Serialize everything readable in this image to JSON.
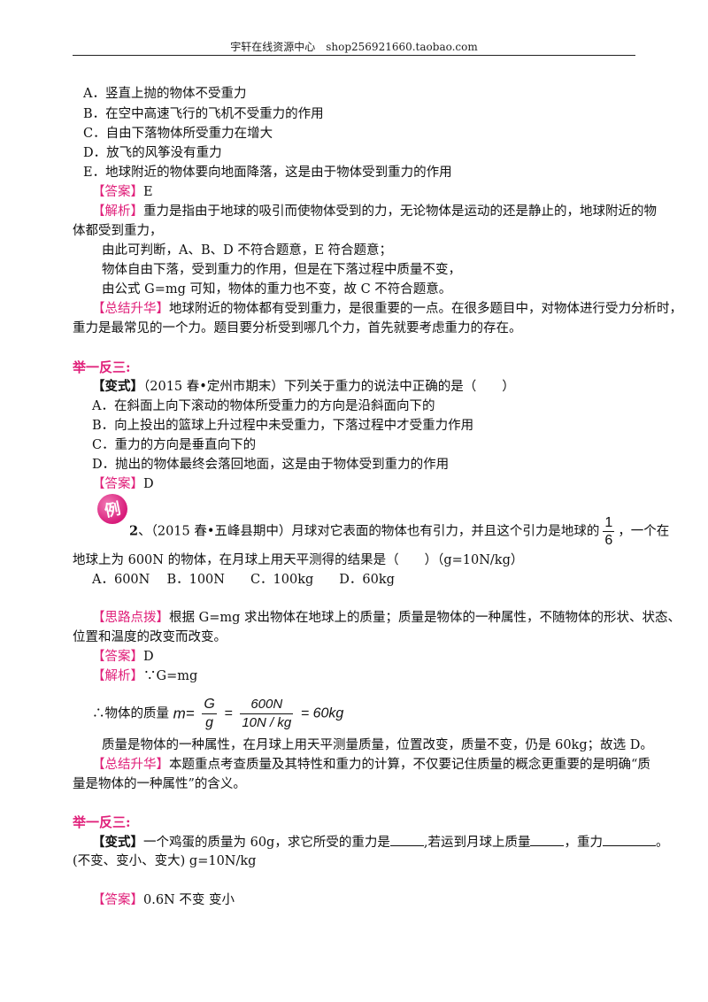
{
  "header": {
    "text": "宇轩在线资源中心　shop256921660.taobao.com"
  },
  "q1": {
    "options": [
      "A．竖直上抛的物体不受重力",
      "B．在空中高速飞行的飞机不受重力的作用",
      "C．自由下落物体所受重力在增大",
      "D．放飞的风筝没有重力",
      "E．地球附近的物体要向地面降落，这是由于物体受到重力的作用"
    ],
    "answer_tag": "【答案】",
    "answer": "E",
    "analysis_tag": "【解析】",
    "analysis_lines": [
      "重力是指由于地球的吸引而使物体受到的力，无论物体是运动的还是静止的，地球附近的物",
      "体都受到重力，",
      "由此可判断，A、B、D 不符合题意，E 符合题意；",
      "物体自由下落，受到重力的作用，但是在下落过程中质量不变，",
      "由公式 G=mg 可知，物体的重力也不变，故 C 不符合题意。"
    ],
    "summary_tag": "【总结升华】",
    "summary_lines": [
      "地球附近的物体都有受到重力，是很重要的一点。在很多题目中，对物体进行受力分析时，",
      "重力是最常见的一个力。题目要分析受到哪几个力，首先就要考虑重力的存在。"
    ]
  },
  "variant1": {
    "heading": "举一反三:",
    "tag": "【变式】",
    "stem": "（2015 春•定州市期末）下列关于重力的说法中正确的是（　　）",
    "options": [
      "A．在斜面上向下滚动的物体所受重力的方向是沿斜面向下的",
      "B．向上投出的篮球上升过程中未受重力，下落过程中才受重力作用",
      "C．重力的方向是垂直向下的",
      "D．抛出的物体最终会落回地面，这是由于物体受到重力的作用"
    ],
    "answer_tag": "【答案】",
    "answer": "D"
  },
  "example2": {
    "badge": "例",
    "stem_number": "2",
    "stem_part1": "、（2015 春•五峰县期中）月球对它表面的物体也有引力，并且这个引力是地球的",
    "frac_num": "1",
    "frac_den": "6",
    "stem_part2": "，一个在",
    "stem_line2": "地球上为 600N 的物体，在月球上用天平测得的结果是（　　）（g=10N/kg）",
    "options": "A．600N　 B．100N　　C．100kg　　D．60kg",
    "hint_tag": "【思路点拨】",
    "hint_lines": [
      "根据 G=mg 求出物体在地球上的质量；质量是物体的一种属性，不随物体的形状、状态、",
      "位置和温度的改变而改变。"
    ],
    "answer_tag": "【答案】",
    "answer": "D",
    "analysis_tag": "【解析】",
    "analysis_first": "∵G=mg",
    "formula_prefix": "∴物体的质量",
    "formula_m": "m=",
    "formula_g_num": "G",
    "formula_g_den": "g",
    "formula_eq1": "=",
    "formula_v_num": "600N",
    "formula_v_den": "10N / kg",
    "formula_eq2": "= 60kg",
    "analysis_last": "质量是物体的一种属性，在月球上用天平测量质量，位置改变，质量不变，仍是 60kg；故选 D。",
    "summary_tag": "【总结升华】",
    "summary_lines": [
      "本题重点考查质量及其特性和重力的计算，不仅要记住质量的概念更重要的是明确“质",
      "量是物体的一种属性”的含义。"
    ]
  },
  "variant2": {
    "heading": "举一反三:",
    "tag": "【变式】",
    "stem_a": "一个鸡蛋的质量为 60g，求它所受的重力是",
    "stem_b": ",若运到月球上质量",
    "stem_c": "，重力",
    "stem_d": "。",
    "stem_line2": "(不变、变小、变大)  g=10N/kg",
    "answer_tag": "【答案】",
    "answer": "0.6N  不变  变小"
  }
}
